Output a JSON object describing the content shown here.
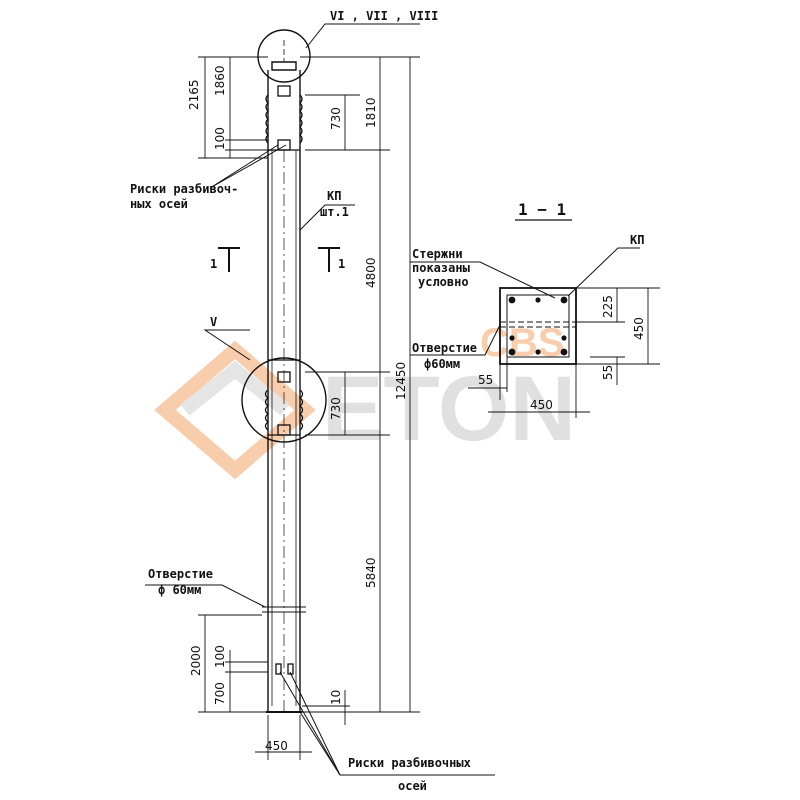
{
  "watermark": {
    "text_main": "ETON",
    "text_small": "CBS",
    "color_main": "#c8c8c8",
    "color_accent": "#f4a66a"
  },
  "labels": {
    "callout_top": "VI , VII , VIII",
    "callout_mid": "V",
    "risk_top_1": "Риски разбивоч-",
    "risk_top_2": "ных осей",
    "kp_1": "КП",
    "kp_2": "шт.1",
    "section_mark_left": "1",
    "section_mark_right": "1",
    "hole_left_1": "Отверстие",
    "hole_left_2": "ф 60мм",
    "risk_bot_1": "Риски разбивочных",
    "risk_bot_2": "осей",
    "section_title": "1 − 1",
    "rods_1": "Стержни",
    "rods_2": "показаны",
    "rods_3": "условно",
    "kp_section": "КП",
    "hole_right_1": "Отверстие",
    "hole_right_2": "ф60мм"
  },
  "dimensions": {
    "d2165": "2165",
    "d1860": "1860",
    "d100_top": "100",
    "d730_top": "730",
    "d1810": "1810",
    "d4800": "4800",
    "d12450": "12450",
    "d730_mid": "730",
    "d5840": "5840",
    "d2000": "2000",
    "d100_bot": "100",
    "d700": "700",
    "d10": "10",
    "d450_bot": "450",
    "s225": "225",
    "s450_v": "450",
    "s55_l": "55",
    "s55_r": "55",
    "s450_h": "450"
  }
}
